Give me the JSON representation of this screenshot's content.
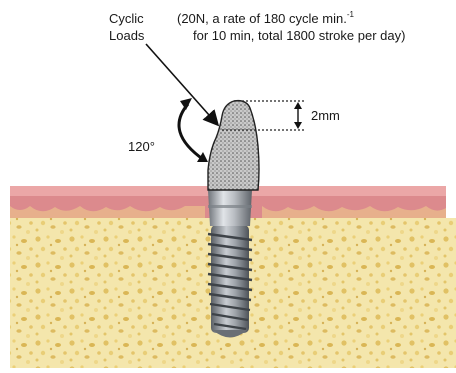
{
  "labels": {
    "cyclic_line1": "Cyclic",
    "cyclic_line2": "Loads",
    "condition_line1_main": "(20N, a rate of 180 cycle min.",
    "condition_line1_sup": "-1",
    "condition_line2": "for 10 min, total 1800 stroke per day)",
    "angle": "120°",
    "displacement": "2mm"
  },
  "colors": {
    "gingiva": "#de8a8e",
    "gingiva_top": "#e9a3a4",
    "bone": "#f2df9a",
    "bone_speckle": "#d9b64f",
    "crown": "#bdbdbd",
    "implant": "#9a9ea4"
  }
}
